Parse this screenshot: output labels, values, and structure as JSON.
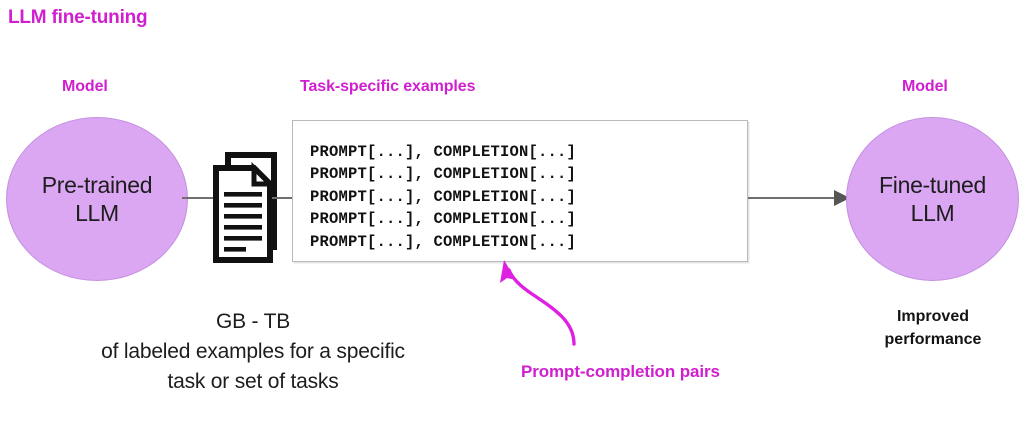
{
  "title": "LLM fine-tuning",
  "colors": {
    "accent_magenta": "#cf1fcf",
    "arrow_magenta": "#e020e0",
    "circle_fill": "#dba7f3",
    "circle_stroke": "#c48fe0",
    "connector_gray": "#6f6f6f",
    "text_black": "#1d1d1d",
    "box_border": "#b9b9b9"
  },
  "labels": {
    "model_left": "Model",
    "model_right": "Model",
    "task_specific_examples": "Task-specific examples",
    "prompt_completion_pairs": "Prompt-completion pairs"
  },
  "nodes": {
    "pretrained_model": "Pre-trained\nLLM",
    "finetuned_model": "Fine-tuned\nLLM"
  },
  "prompt_box": {
    "lines": [
      "PROMPT[...], COMPLETION[...]",
      "PROMPT[...], COMPLETION[...]",
      "PROMPT[...], COMPLETION[...]",
      "PROMPT[...], COMPLETION[...]",
      "PROMPT[...], COMPLETION[...]"
    ]
  },
  "dataset_caption": {
    "line1": "GB - TB",
    "line2": "of labeled examples for a specific",
    "line3": "task or set of tasks"
  },
  "outcome_caption": {
    "line1": "Improved",
    "line2": "performance"
  },
  "icons": {
    "documents": "documents-icon",
    "arrow_right": "arrow-right-icon",
    "curved_arrow": "curved-arrow-icon"
  }
}
